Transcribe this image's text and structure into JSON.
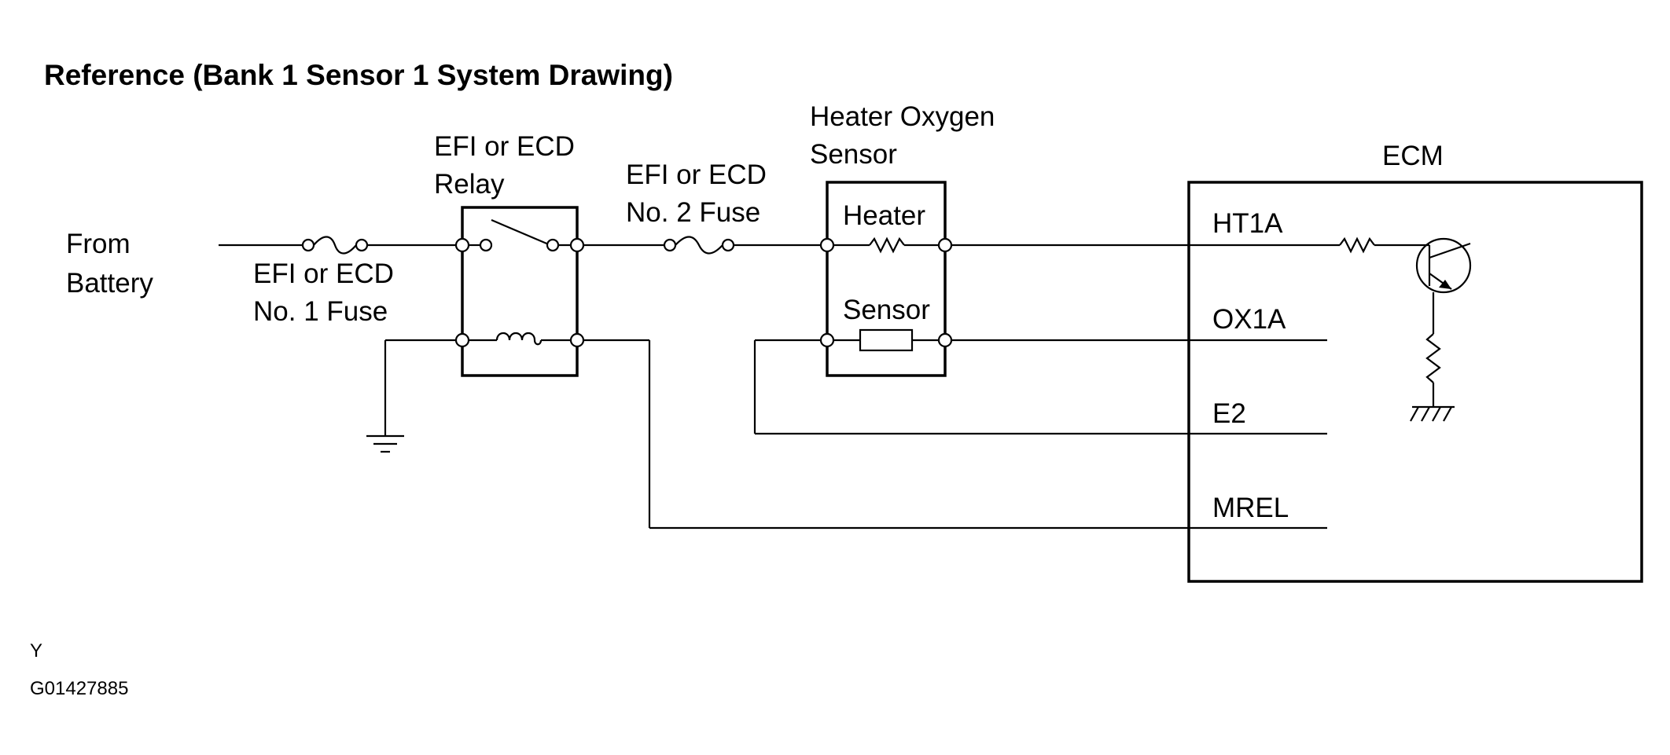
{
  "title": "Reference (Bank 1 Sensor 1 System Drawing)",
  "labels": {
    "from_battery_1": "From",
    "from_battery_2": "Battery",
    "fuse1_1": "EFI or ECD",
    "fuse1_2": "No. 1 Fuse",
    "relay_1": "EFI or ECD",
    "relay_2": "Relay",
    "fuse2_1": "EFI or ECD",
    "fuse2_2": "No. 2 Fuse",
    "sensor_title_1": "Heater Oxygen",
    "sensor_title_2": "Sensor",
    "heater": "Heater",
    "sensor": "Sensor",
    "ecm": "ECM"
  },
  "ecm_pins": {
    "ht1a": "HT1A",
    "ox1a": "OX1A",
    "e2": "E2",
    "mrel": "MREL"
  },
  "footer": {
    "code": "Y",
    "figure_id": "G01427885"
  }
}
